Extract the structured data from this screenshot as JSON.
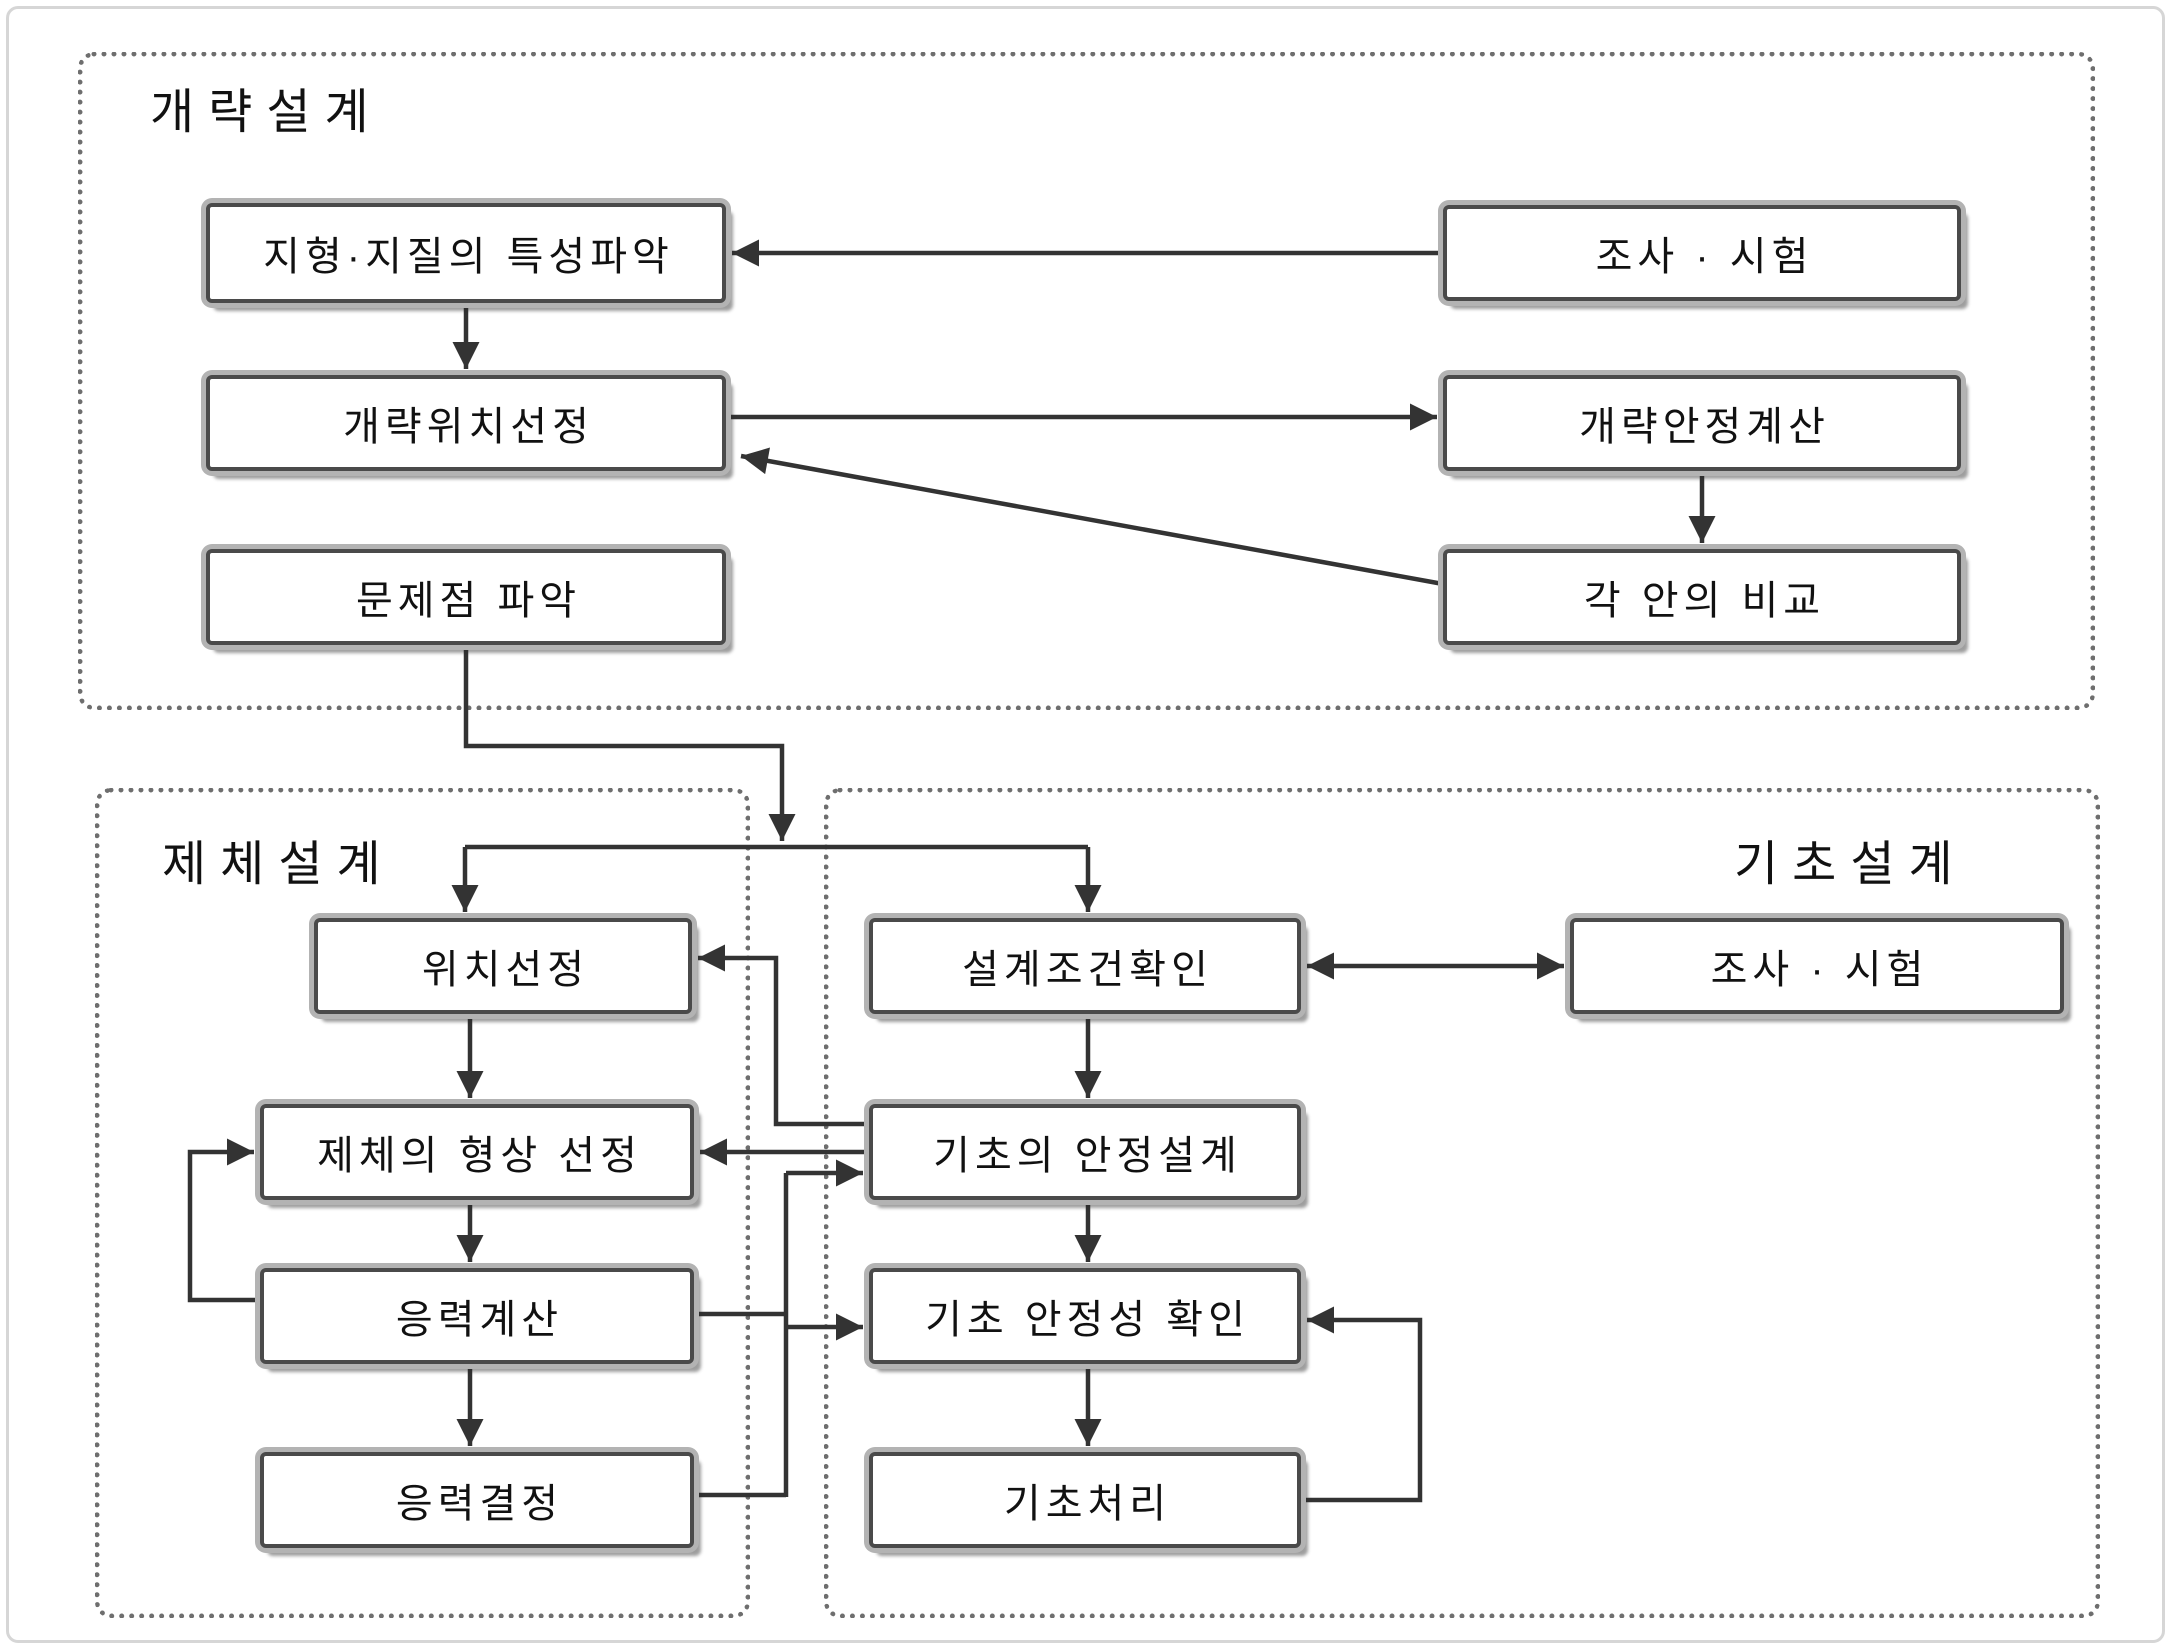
{
  "sections": {
    "preliminary": {
      "title": "개략설계"
    },
    "damBody": {
      "title": "제체설계"
    },
    "foundation": {
      "title": "기초설계"
    }
  },
  "nodes": {
    "terrainGeologyAnalysis": {
      "label": "지형·지질의 특성파악"
    },
    "investigationTestTop": {
      "label": "조사 · 시험"
    },
    "approxLocationSelection": {
      "label": "개략위치선정"
    },
    "approxStabilityCalculation": {
      "label": "개략안정계산"
    },
    "problemIdentification": {
      "label": "문제점 파악"
    },
    "planComparison": {
      "label": "각 안의 비교"
    },
    "locationSelection": {
      "label": "위치선정"
    },
    "damBodyShapeSelection": {
      "label": "제체의 형상 선정"
    },
    "stressCalculation": {
      "label": "응력계산"
    },
    "stressDetermination": {
      "label": "응력결정"
    },
    "designConditionConfirmation": {
      "label": "설계조건확인"
    },
    "investigationTestFoundation": {
      "label": "조사 · 시험"
    },
    "foundationStabilityDesign": {
      "label": "기초의 안정설계"
    },
    "foundationStabilityCheck": {
      "label": "기초 안정성 확인"
    },
    "foundationTreatment": {
      "label": "기초처리"
    }
  },
  "edges": [
    {
      "from": "investigationTestTop",
      "to": "terrainGeologyAnalysis"
    },
    {
      "from": "terrainGeologyAnalysis",
      "to": "approxLocationSelection"
    },
    {
      "from": "approxLocationSelection",
      "to": "approxStabilityCalculation"
    },
    {
      "from": "approxStabilityCalculation",
      "to": "planComparison"
    },
    {
      "from": "planComparison",
      "to": "approxLocationSelection"
    },
    {
      "from": "problemIdentification",
      "to": "locationSelection"
    },
    {
      "from": "problemIdentification",
      "to": "designConditionConfirmation"
    },
    {
      "from": "locationSelection",
      "to": "damBodyShapeSelection"
    },
    {
      "from": "damBodyShapeSelection",
      "to": "stressCalculation"
    },
    {
      "from": "stressCalculation",
      "to": "stressDetermination"
    },
    {
      "from": "stressCalculation",
      "to": "damBodyShapeSelection"
    },
    {
      "from": "designConditionConfirmation",
      "to": "investigationTestFoundation",
      "bidirectional": true
    },
    {
      "from": "designConditionConfirmation",
      "to": "foundationStabilityDesign"
    },
    {
      "from": "foundationStabilityDesign",
      "to": "foundationStabilityCheck"
    },
    {
      "from": "foundationStabilityCheck",
      "to": "foundationTreatment"
    },
    {
      "from": "foundationTreatment",
      "to": "foundationStabilityCheck"
    },
    {
      "from": "foundationStabilityDesign",
      "to": "locationSelection"
    },
    {
      "from": "foundationStabilityDesign",
      "to": "damBodyShapeSelection"
    },
    {
      "from": "stressCalculation",
      "to": "foundationStabilityDesign"
    },
    {
      "from": "stressDetermination",
      "to": "foundationStabilityDesign"
    },
    {
      "from": "stressCalculation",
      "to": "foundationStabilityCheck"
    },
    {
      "from": "stressDetermination",
      "to": "foundationStabilityCheck"
    }
  ],
  "colors": {
    "background": "#ffffff",
    "line": "#333333",
    "box_border": "#4a4a4a",
    "box_bevel": "#b3b3b3",
    "box_fill": "#ffffff",
    "dotted_border": "#6e6e6e",
    "text": "#111111",
    "frame": "#d6d6d6"
  }
}
